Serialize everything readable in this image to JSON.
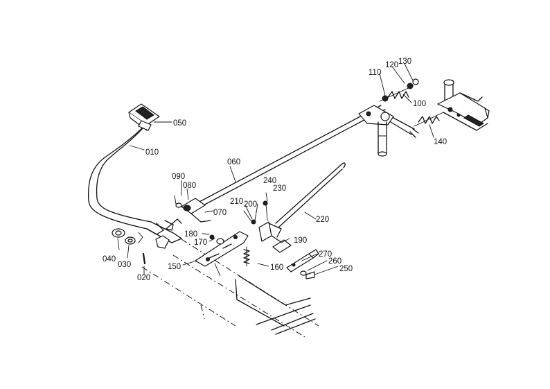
{
  "labels": {
    "p010": "010",
    "p020": "020",
    "p030": "030",
    "p040": "040",
    "p050": "050",
    "p060": "060",
    "p070": "070",
    "p080": "080",
    "p090": "090",
    "p100": "100",
    "p110": "110",
    "p120": "120",
    "p130": "130",
    "p140": "140",
    "p150": "150",
    "p160": "160",
    "p170": "170",
    "p180": "180",
    "p190": "190",
    "p200": "200",
    "p210": "210",
    "p220": "220",
    "p230": "230",
    "p240": "240",
    "p250": "250",
    "p260": "260",
    "p270": "270"
  }
}
